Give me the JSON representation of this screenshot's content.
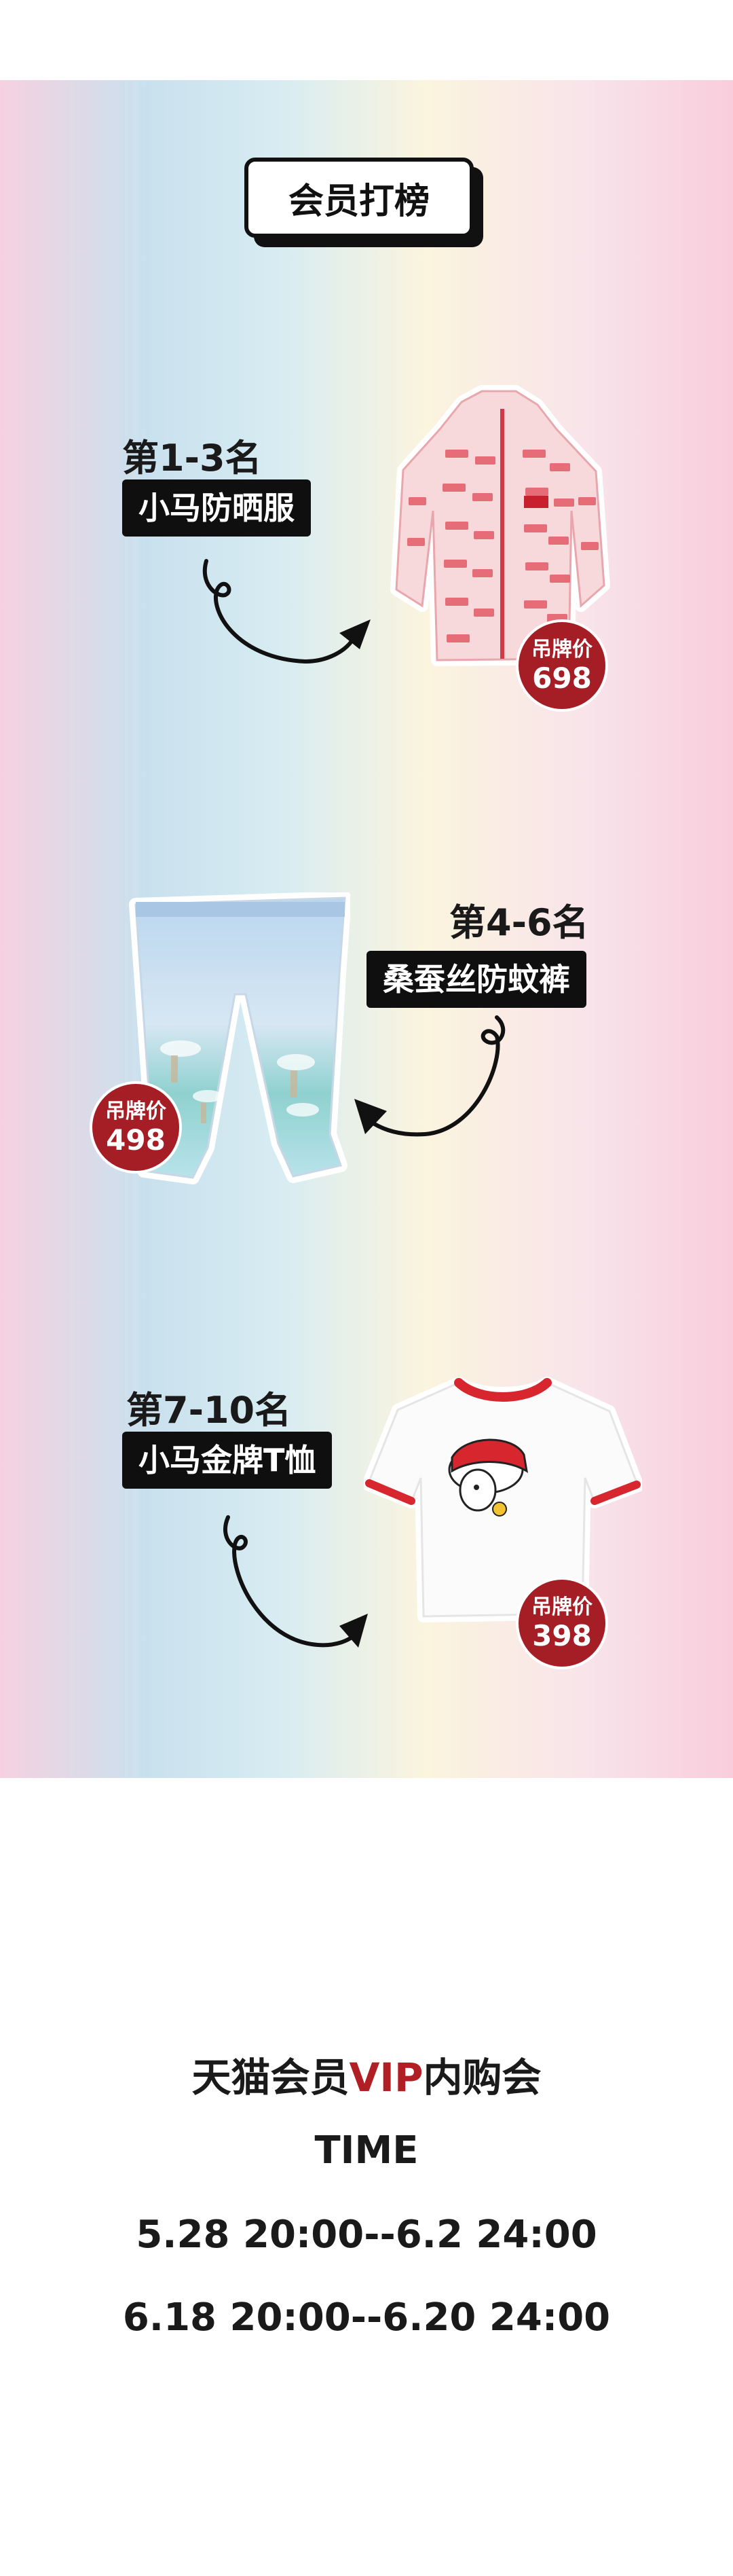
{
  "header": {
    "badge_label": "会员打榜"
  },
  "rankings": [
    {
      "rank": "第1-3名",
      "name": "小马防晒服",
      "price_label": "吊牌价",
      "price": "698"
    },
    {
      "rank": "第4-6名",
      "name": "桑蚕丝防蚊裤",
      "price_label": "吊牌价",
      "price": "498"
    },
    {
      "rank": "第7-10名",
      "name": "小马金牌T恤",
      "price_label": "吊牌价",
      "price": "398"
    }
  ],
  "event": {
    "title_prefix": "天猫会员",
    "title_accent": "VIP",
    "title_suffix": "内购会",
    "time_label": "TIME",
    "date_1": "5.28 20:00--6.2 24:00",
    "date_2": "6.18 20:00--6.20 24:00"
  },
  "colors": {
    "accent_red": "#b01f24",
    "tag_black": "#0f0f0f"
  }
}
